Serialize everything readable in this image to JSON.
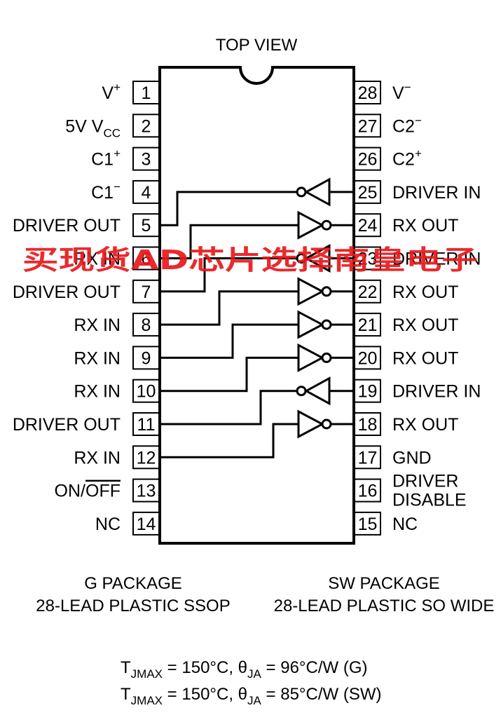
{
  "top_view_label": "TOP VIEW",
  "left_pins": [
    {
      "num": "1",
      "label": "V",
      "sup": "+"
    },
    {
      "num": "2",
      "label": "5V V",
      "sub": "CC"
    },
    {
      "num": "3",
      "label": "C1",
      "sup": "+"
    },
    {
      "num": "4",
      "label": "C1",
      "sup": "−"
    },
    {
      "num": "5",
      "label": "DRIVER OUT"
    },
    {
      "num": "6",
      "label": "RX IN"
    },
    {
      "num": "7",
      "label": "DRIVER OUT"
    },
    {
      "num": "8",
      "label": "RX IN"
    },
    {
      "num": "9",
      "label": "RX IN"
    },
    {
      "num": "10",
      "label": "RX IN"
    },
    {
      "num": "11",
      "label": "DRIVER OUT"
    },
    {
      "num": "12",
      "label": "RX IN"
    },
    {
      "num": "13",
      "label": "ON/",
      "overline": "OFF"
    },
    {
      "num": "14",
      "label": "NC"
    }
  ],
  "right_pins": [
    {
      "num": "28",
      "label": "V",
      "sup": "−"
    },
    {
      "num": "27",
      "label": "C2",
      "sup": "−"
    },
    {
      "num": "26",
      "label": "C2",
      "sup": "+"
    },
    {
      "num": "25",
      "label": "DRIVER IN"
    },
    {
      "num": "24",
      "label": "RX OUT"
    },
    {
      "num": "23",
      "label": "DRIVER IN"
    },
    {
      "num": "22",
      "label": "RX OUT"
    },
    {
      "num": "21",
      "label": "RX OUT"
    },
    {
      "num": "20",
      "label": "RX OUT"
    },
    {
      "num": "19",
      "label": "DRIVER IN"
    },
    {
      "num": "18",
      "label": "RX OUT"
    },
    {
      "num": "17",
      "label": "GND"
    },
    {
      "num": "16",
      "label": "DRIVER",
      "label2": "DISABLE"
    },
    {
      "num": "15",
      "label": "NC"
    }
  ],
  "package_left": {
    "line1": "G PACKAGE",
    "line2": "28-LEAD PLASTIC SSOP"
  },
  "package_right": {
    "line1": "SW PACKAGE",
    "line2": "28-LEAD PLASTIC SO WIDE"
  },
  "thermal": [
    {
      "t": "T",
      "tsub": "JMAX",
      "a": " = 150°C, θ",
      "asub": "JA",
      "b": " = 96°C/W (G)"
    },
    {
      "t": "T",
      "tsub": "JMAX",
      "a": " = 150°C, θ",
      "asub": "JA",
      "b": " = 85°C/W (SW)"
    }
  ],
  "watermark": "买现货AD芯片选择南皇电子"
}
